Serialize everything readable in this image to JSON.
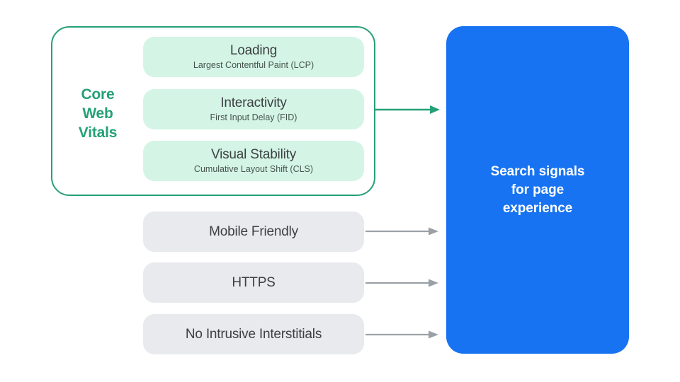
{
  "colors": {
    "green": "#25a077",
    "green-light": "#d4f5e6",
    "blue": "#1773f2",
    "gray-light": "#e8eaed",
    "gray-arrow": "#9aa0a6",
    "text-dark": "#3c4043",
    "text-sub": "#47544d",
    "white": "#ffffff"
  },
  "cwv": {
    "label": "Core\nWeb\nVitals",
    "items": [
      {
        "title": "Loading",
        "subtitle": "Largest Contentful Paint (LCP)"
      },
      {
        "title": "Interactivity",
        "subtitle": "First Input Delay (FID)"
      },
      {
        "title": "Visual Stability",
        "subtitle": "Cumulative Layout Shift (CLS)"
      }
    ]
  },
  "signals": {
    "items": [
      {
        "label": "Mobile Friendly"
      },
      {
        "label": "HTTPS"
      },
      {
        "label": "No Intrusive Interstitials"
      }
    ]
  },
  "result_box": {
    "label": "Search signals\nfor page\nexperience"
  }
}
